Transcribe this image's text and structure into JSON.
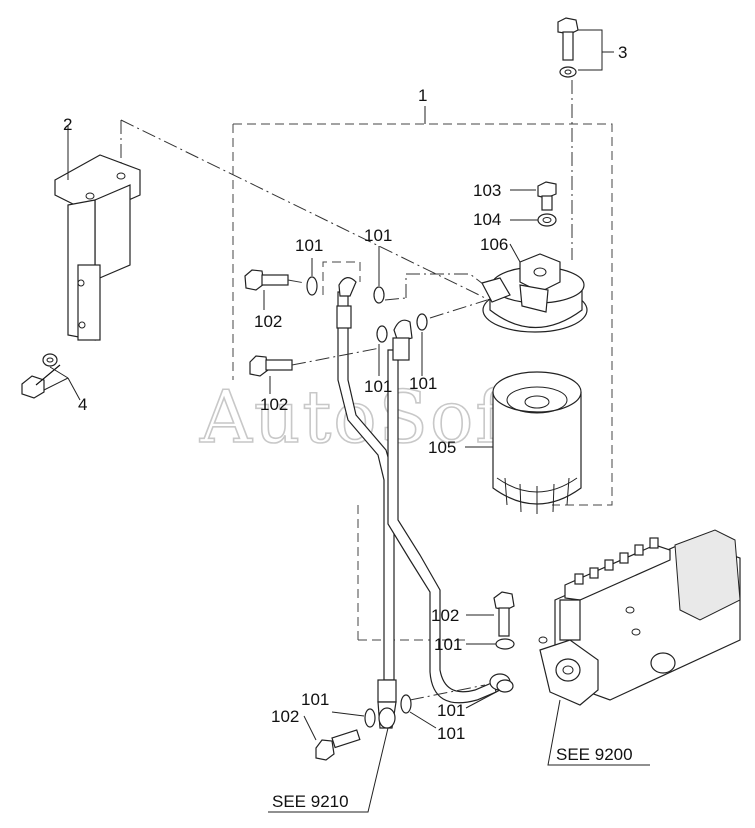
{
  "watermark": "AutoSoft",
  "callouts": {
    "c1": "1",
    "c2": "2",
    "c3": "3",
    "c4": "4",
    "c101a": "101",
    "c101b": "101",
    "c101c": "101",
    "c101d": "101",
    "c101e": "101",
    "c101f": "101",
    "c101g": "101",
    "c101h": "101",
    "c102a": "102",
    "c102b": "102",
    "c102c": "102",
    "c102d": "102",
    "c103": "103",
    "c104": "104",
    "c105": "105",
    "c106": "106"
  },
  "references": {
    "see_9200": "SEE 9200",
    "see_9210": "SEE 9210"
  }
}
